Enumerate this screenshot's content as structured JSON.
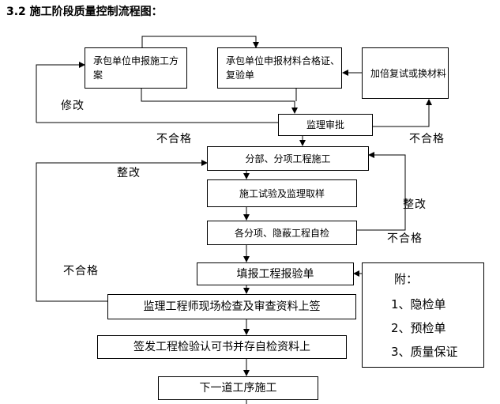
{
  "title": "3.2 施工阶段质量控制流程图：",
  "boxes": {
    "contractor_plan": "承包单位申报施工方案",
    "contractor_material": "承包单位申报材料合格证、复验单",
    "double_retest": "加倍复试或换材料",
    "supervisor_review": "监理审批",
    "subproject_construction": "分部、分项工程施工",
    "construction_test": "施工试验及监理取样",
    "self_inspection": "各分项、隐蔽工程自检",
    "fill_inspection_form": "填报工程报验单",
    "engineer_site_check": "监理工程师现场检查及审查资料上签",
    "sign_inspection_cert": "签发工程检验认可书并存自检资料上",
    "next_process": "下一道工序施工"
  },
  "labels": {
    "revise": "修改",
    "unqualified_left": "不合格",
    "unqualified_right": "不合格",
    "rectify_top": "整改",
    "rectify_right": "整改",
    "unqualified_mid_right": "不合格",
    "unqualified_far_left": "不合格"
  },
  "appendix": {
    "heading": "附：",
    "items": [
      "1、隐检单",
      "2、预检单",
      "3、质量保证"
    ]
  }
}
